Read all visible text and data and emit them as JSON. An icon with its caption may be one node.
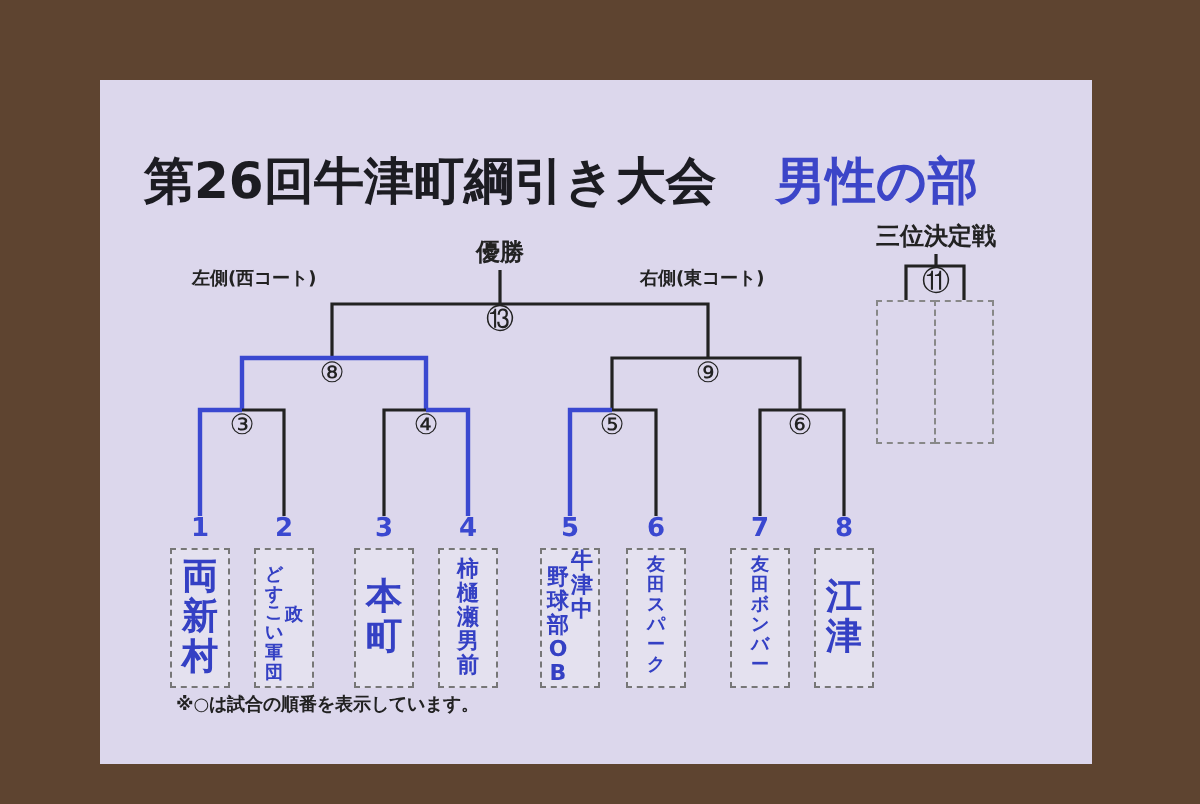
{
  "diagram": {
    "title": "第26回牛津町綱引き大会",
    "nodes": [
      {
        "text": [
          "優勝"
        ]
      },
      {
        "text": [
          "⑬"
        ]
      },
      {
        "text": [
          "⑧"
        ]
      },
      {
        "text": [
          "⑨"
        ]
      },
      {
        "text": [
          "③"
        ]
      },
      {
        "text": [
          "④"
        ]
      },
      {
        "text": [
          "⑤"
        ]
      },
      {
        "text": [
          "⑥"
        ]
      },
      {
        "text": [
          "両新村"
        ],
        "beside": [
          "1"
        ]
      },
      {
        "text": [
          "どすこい軍団",
          "政"
        ],
        "beside": [
          "2"
        ]
      },
      {
        "text": [
          "本町"
        ],
        "beside": [
          "3"
        ]
      },
      {
        "text": [
          "柿樋瀬男前"
        ],
        "beside": [
          "4"
        ]
      },
      {
        "text": [
          "野球部OB",
          "牛津中"
        ],
        "beside": [
          "5"
        ]
      },
      {
        "text": [
          "友田スパーク"
        ],
        "beside": [
          "6"
        ]
      },
      {
        "text": [
          "友田ボンバー"
        ],
        "beside": [
          "7"
        ]
      },
      {
        "text": [
          "江津"
        ],
        "beside": [
          "8"
        ]
      },
      {
        "text": [
          "三位決定戦"
        ]
      },
      {
        "text": [
          "⑪"
        ]
      },
      {
        "text": [],
        "shape": "box"
      },
      {
        "text": [],
        "shape": "box"
      }
    ],
    "edges": [
      {
        "from": 1,
        "to": 0,
        "arrow": "none"
      },
      {
        "from": 2,
        "to": 1,
        "arrow": "none"
      },
      {
        "from": 3,
        "to": 1,
        "arrow": "none"
      },
      {
        "from": 4,
        "to": 2,
        "arrow": "none",
        "color": "#3a48d0"
      },
      {
        "from": 5,
        "to": 2,
        "arrow": "none",
        "color": "#3a48d0"
      },
      {
        "from": 6,
        "to": 3,
        "arrow": "none"
      },
      {
        "from": 7,
        "to": 3,
        "arrow": "none"
      },
      {
        "from": 8,
        "to": 4,
        "arrow": "none",
        "color": "#3a48d0"
      },
      {
        "from": 9,
        "to": 4,
        "arrow": "none"
      },
      {
        "from": 10,
        "to": 5,
        "arrow": "none"
      },
      {
        "from": 11,
        "to": 5,
        "arrow": "none",
        "color": "#3a48d0"
      },
      {
        "from": 12,
        "to": 6,
        "arrow": "none",
        "color": "#3a48d0"
      },
      {
        "from": 13,
        "to": 6,
        "arrow": "none"
      },
      {
        "from": 14,
        "to": 7,
        "arrow": "none"
      },
      {
        "from": 15,
        "to": 7,
        "arrow": "none"
      },
      {
        "from": 16,
        "to": 17,
        "arrow": "none"
      },
      {
        "from": 17,
        "to": 18,
        "arrow": "none"
      },
      {
        "from": 17,
        "to": 19,
        "arrow": "none"
      }
    ],
    "labels": [
      "男性の部",
      "左側(西コート)",
      "右側(東コート)",
      "※○は試合の順番を表示しています。"
    ]
  }
}
